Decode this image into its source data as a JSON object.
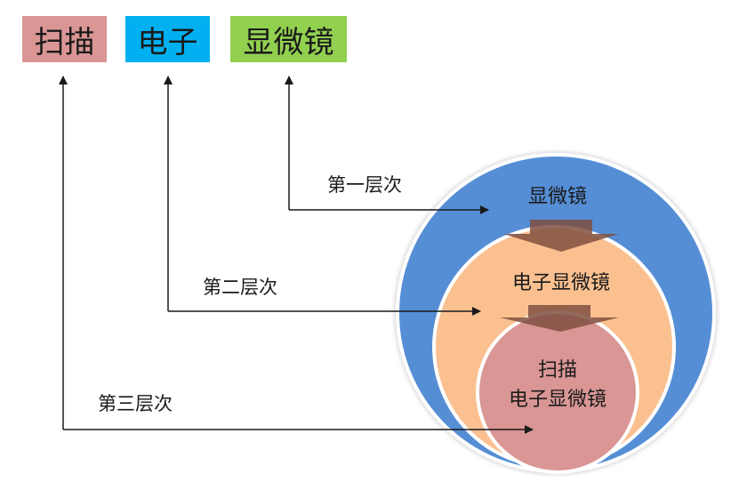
{
  "tags": {
    "scan": {
      "label": "扫描",
      "color": "#d99694"
    },
    "electron": {
      "label": "电子",
      "color": "#00b0f0"
    },
    "microscope": {
      "label": "显微镜",
      "color": "#92d050"
    }
  },
  "levels": {
    "first": "第一层次",
    "second": "第二层次",
    "third": "第三层次"
  },
  "circles": {
    "outer": {
      "label": "显微镜",
      "color": "#558ed5"
    },
    "middle": {
      "label": "电子显微镜",
      "color": "#fac090"
    },
    "inner": {
      "line1": "扫描",
      "line2": "电子显微镜",
      "color": "#d99694"
    }
  },
  "inner_arrow_color": "#7f4f3f"
}
